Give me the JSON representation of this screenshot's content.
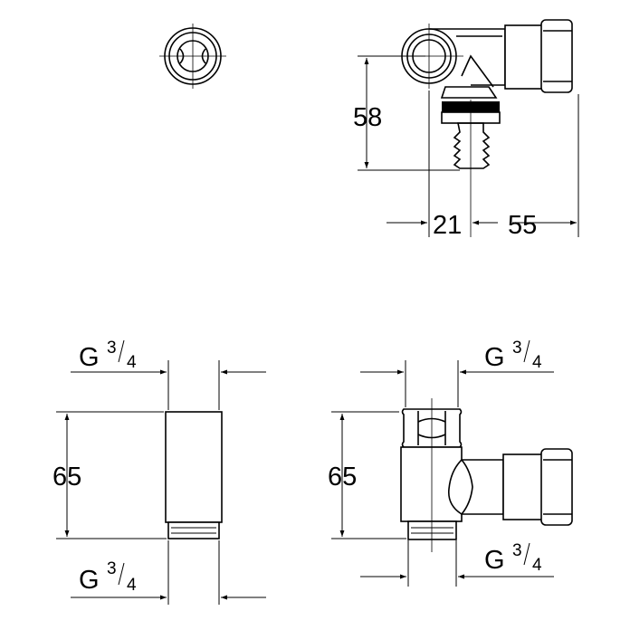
{
  "views": {
    "front_top": {
      "dimensions": {
        "height": "58",
        "left": "21",
        "right": "55"
      }
    },
    "side_bottom": {
      "thread_top": "G",
      "thread_top_num": "3",
      "thread_top_den": "4",
      "height": "65",
      "thread_bottom": "G",
      "thread_bottom_num": "3",
      "thread_bottom_den": "4"
    },
    "front_bottom": {
      "thread_top": "G",
      "thread_top_num": "3",
      "thread_top_den": "4",
      "height": "65",
      "thread_bottom": "G",
      "thread_bottom_num": "3",
      "thread_bottom_den": "4"
    }
  }
}
